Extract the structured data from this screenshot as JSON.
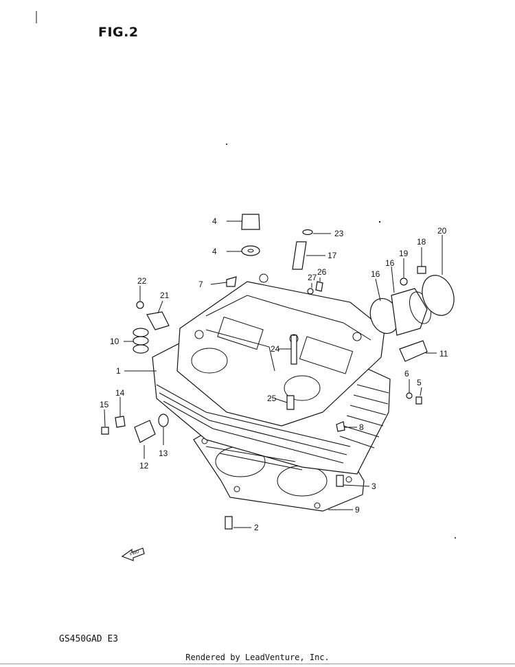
{
  "figure": {
    "title": "FIG.2"
  },
  "model": "GS450GAD E3",
  "footer": "Rendered by LeadVenture, Inc.",
  "fwd_label": "FWD",
  "callouts": [
    "1",
    "2",
    "3",
    "4",
    "4",
    "5",
    "6",
    "7",
    "8",
    "9",
    "10",
    "11",
    "12",
    "13",
    "14",
    "15",
    "16",
    "16",
    "17",
    "18",
    "19",
    "20",
    "21",
    "22",
    "23",
    "24",
    "25",
    "26",
    "27"
  ]
}
